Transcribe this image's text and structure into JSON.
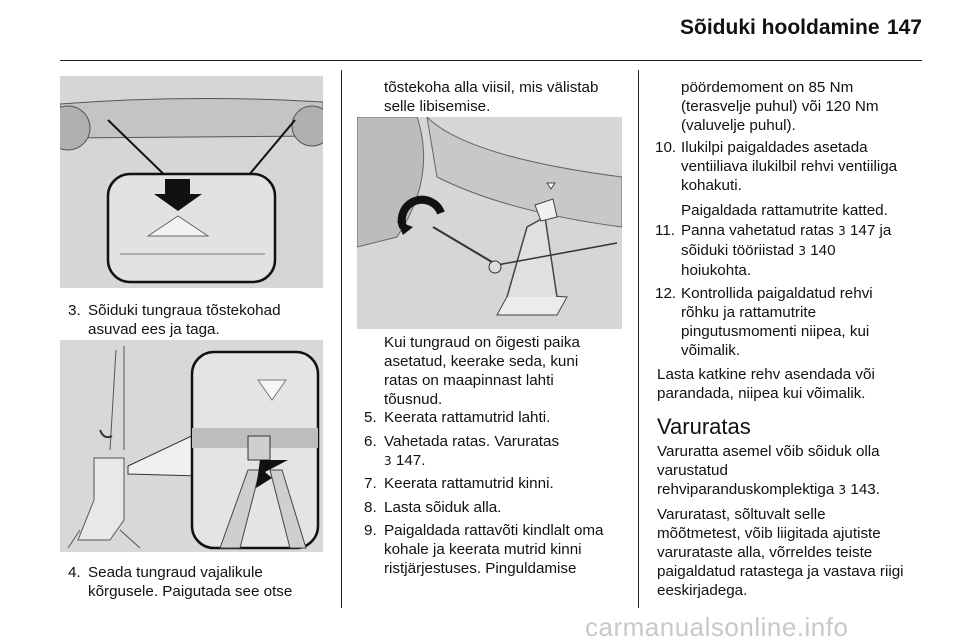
{
  "header": {
    "title": "Sõiduki hooldamine",
    "page_number": "147"
  },
  "col1": {
    "step3": {
      "num": "3.",
      "line1": "Sõiduki tungraua tõstekohad",
      "line2": "asuvad ees ja taga."
    },
    "step4": {
      "num": "4.",
      "line1": "Seada tungraud vajalikule",
      "line2": "kõrgusele. Paigutada see otse"
    }
  },
  "col2": {
    "cont_line1": "tõstekoha alla viisil, mis välistab",
    "cont_line2": "selle libisemise.",
    "caption": [
      "Kui tungraud on õigesti paika",
      "asetatud, keerake seda, kuni",
      "ratas on maapinnast lahti",
      "tõusnud."
    ],
    "steps": [
      {
        "num": "5.",
        "lines": [
          "Keerata rattamutrid lahti."
        ]
      },
      {
        "num": "6.",
        "lines": [
          "Vahetada ratas. Varuratas"
        ],
        "ref": "147."
      },
      {
        "num": "7.",
        "lines": [
          "Keerata rattamutrid kinni."
        ]
      },
      {
        "num": "8.",
        "lines": [
          "Lasta sõiduk alla."
        ]
      },
      {
        "num": "9.",
        "lines": [
          "Paigaldada rattavõti kindlalt oma",
          "kohale ja keerata mutrid kinni",
          "ristjärjestuses. Pinguldamise"
        ]
      }
    ]
  },
  "col3": {
    "cont_lines": [
      "pöördemoment on 85 Nm",
      "(terasvelje puhul) või 120 Nm",
      "(valuvelje puhul)."
    ],
    "step10": {
      "num": "10.",
      "lines": [
        "Ilukilpi paigaldades asetada",
        "ventiiliava ilukilbil rehvi ventiiliga",
        "kohakuti."
      ],
      "extra": "Paigaldada rattamutrite katted."
    },
    "step11": {
      "num": "11.",
      "line1a": "Panna vahetatud ratas",
      "line1b": "147 ja",
      "line2a": "sõiduki tööriistad",
      "line2b": "140",
      "line3": "hoiukohta."
    },
    "step12": {
      "num": "12.",
      "lines": [
        "Kontrollida paigaldatud rehvi",
        "rõhku ja rattamutrite",
        "pingutusmomenti niipea, kui",
        "võimalik."
      ]
    },
    "para1": [
      "Lasta katkine rehv asendada või",
      "parandada, niipea kui võimalik."
    ],
    "section_title": "Varuratas",
    "para2a": "Varuratta asemel võib sõiduk olla",
    "para2b": "varustatud",
    "para2c": "rehviparanduskomplektiga",
    "para2c_ref": "143.",
    "para3": [
      "Varuratast, sõltuvalt selle",
      "mõõtmetest, võib liigitada ajutiste",
      "varurataste alla, võrreldes teiste",
      "paigaldatud ratastega ja vastava riigi",
      "eeskirjadega."
    ]
  },
  "ref_glyph": "3",
  "watermark": "carmanualsonline.info"
}
